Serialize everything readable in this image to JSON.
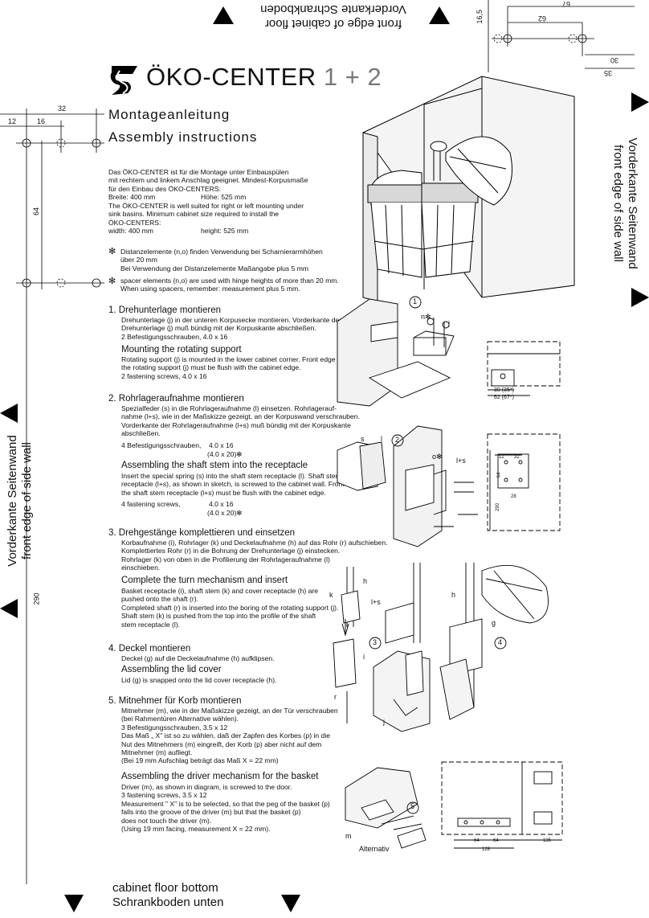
{
  "header": {
    "top_text_line1": "Vorderkante Schrankboden",
    "top_text_line2": "front edge of cabinet floor",
    "top_dims": [
      "67",
      "62",
      "16,5",
      "30",
      "35"
    ]
  },
  "title": {
    "name": "ÖKO-CENTER",
    "number": "1 + 2",
    "subtitle_de": "Montageanleitung",
    "subtitle_en": "Assembly instructions"
  },
  "left_dims": [
    "12",
    "16",
    "32",
    "64",
    "290"
  ],
  "side_label_right_line1": "Vorderkante Seitenwand",
  "side_label_right_line2": "front edge of side wall",
  "side_label_left_line1": "Vorderkante Seitenwand",
  "side_label_left_line2": "front edge of side wall",
  "intro": {
    "de": "Das ÖKO-CENTER ist für die Montage unter Einbauspülen\nmit rechtem und linkem Anschlag geeignet. Mindest-Korpusmaße\nfür den Einbau des ÖKO-CENTERS:",
    "de_w": "Breite: 400 mm",
    "de_h": "Höhe: 525 mm",
    "en": "The ÖKO-CENTER is well suited for right or left mounting under\nsink basins. Minimum cabinet size required to install the\nÖKO-CENTERS:",
    "en_w": "width: 400 mm",
    "en_h": "height: 525 mm"
  },
  "spacer_note": {
    "star": "✻",
    "de": "Distanzelemente (n,o) finden Verwendung bei Scharnierarmhöhen\nüber 20 mm\nBei Verwendung der Distanzelemente Maßangabe plus 5 mm",
    "en": "spacer elements (n,o) are used with hinge heights of more than 20 mm.\nWhen using spacers, remember: measurement plus 5 mm."
  },
  "steps": [
    {
      "h_de": "1. Drehunterlage montieren",
      "t_de": "Drehunterlage (j) in der unteren Korpusecke montieren. Vorderkante der\nDrehunterlage (j) muß bündig mit der Korpuskante abschließen.\n2 Befestigungsschrauben, 4.0 x 16",
      "h_en": "Mounting the rotating support",
      "t_en": "Rotating support (j) is mounted in the lower cabinet corner. Front edge of\nthe rotating support (j) must be flush with the cabinet edge.\n2 fastening screws, 4.0 x 16"
    },
    {
      "h_de": "2. Rohrlageraufnahme montieren",
      "t_de": "Spezialfeder (s) in die Rohrlageraufnahme (l) einsetzen. Rohrlagerauf-\nnahme (l+s), wie in der Maßskizze gezeigt, an der Korpuswand verschrauben.\nVorderkante der Rohrlageraufnahme (l+s) muß bündig mit der Korpuskante\nabschließen.",
      "screws_de_a": "4 Befestigungsschrauben,",
      "screws_de_b": "4.0 x 16",
      "screws_de_c": "(4.0 x 20)✻",
      "h_en": "Assembling the shaft stem into the receptacle",
      "t_en": "Insert the special spring (s) into the shaft stem receptacle (l). Shaft stem\nreceptacle (l+s), as shown in sketch, is screwed to the cabinet wall. Front edge of\nthe shaft stem receptacle (l+s) must be flush with the cabinet edge.",
      "screws_en_a": "4 fastening screws,",
      "screws_en_b": "4.0 x 16",
      "screws_en_c": "(4.0 x 20)✻"
    },
    {
      "h_de": "3. Drehgestänge komplettieren und einsetzen",
      "t_de": "Korbaufnahme (i), Rohrlager (k) und Deckelaufnahme (h) auf das Rohr (r) aufschieben.\nKomplettiertes Rohr (r) in die Bohrung der Drehunterlage (j) einstecken.\nRohrlager (k) von oben in die Profilierung der Rohrlageraufnahme (l)\neinschieben.",
      "h_en": "Complete the turn mechanism and insert",
      "t_en": "Basket receptacle (i), shaft stem (k) and cover receptacle (h) are\npushed onto the shaft (r).\nCompleted shaft (r) is inserted into the boring of the rotating support (j).\nShaft stem (k) is pushed from the top into the profile of the shaft\nstem receptacle (l)."
    },
    {
      "h_de": "4. Deckel montieren",
      "t_de": "Deckel (g) auf die Deckelaufnahme (h) aufklipsen.",
      "h_en": "Assembling the lid cover",
      "t_en": "Lid (g) is snapped onto the lid cover receptacle (h)."
    },
    {
      "h_de": "5. Mitnehmer für Korb montieren",
      "t_de": "Mitnehmer (m), wie in der Maßskizze gezeigt, an der Tür verschrauben\n(bei Rahmentüren Alternative wählen).\n3 Befestigungsschrauben, 3.5 x 12\nDas Maß „ X\" ist so zu wählen, daß der Zapfen des Korbes (p) in die\nNut des Mitnehmers (m) eingreift, der Korb (p) aber nicht auf dem\nMitnehmer (m) aufliegt.\n(Bei 19 mm Aufschlag beträgt das Maß X = 22 mm)",
      "h_en": "Assembling the driver mechanism for the basket",
      "t_en": "Driver (m), as shown in diagram, is screwed to the door.\n3 fastening screws, 3.5 x 12\nMeasurement \" X\" is to be selected, so that the peg of the basket (p)\nfalls into the groove of the driver (m) but that the basket (p)\ndoes not touch the driver (m).\n(Using 19 mm facing, measurement X = 22 mm)."
    }
  ],
  "figure_labels": {
    "step1_num": "1",
    "n_star": "n✻",
    "j": "j",
    "dim_30": "30 (35*)",
    "dim_62": "62 (67*)",
    "step2_num": "2",
    "s": "s",
    "l": "l",
    "o_star": "o✻",
    "l_s": "l+s",
    "d12": "12",
    "d32": "32",
    "d64": "64",
    "d28": "28",
    "d290": "290",
    "step3_num": "3",
    "step4_num": "4",
    "h": "h",
    "k": "k",
    "i": "i",
    "r": "r",
    "g": "g",
    "step5_num": "5",
    "m": "m",
    "alternativ": "Alternativ",
    "d128": "128",
    "d135": "135"
  },
  "footer": {
    "line1": "cabinet floor bottom",
    "line2": "Schrankboden unten"
  }
}
